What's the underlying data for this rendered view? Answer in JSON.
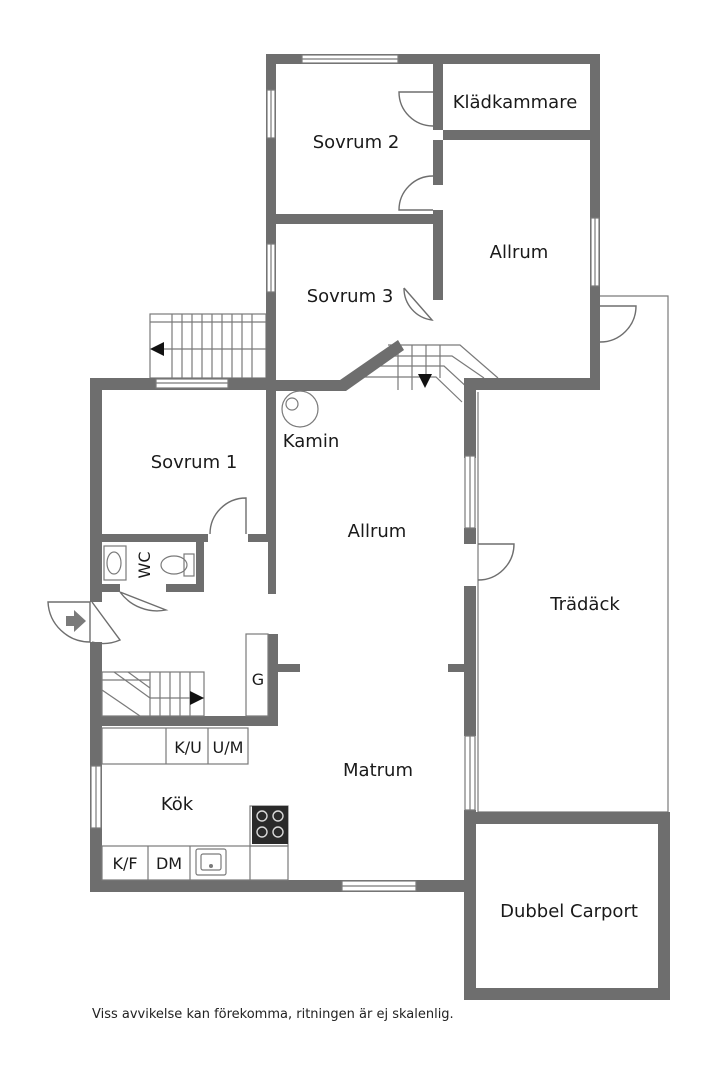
{
  "rooms": {
    "kladkammare": "Klädkammare",
    "sovrum2": "Sovrum 2",
    "allrum_upper": "Allrum",
    "sovrum3": "Sovrum 3",
    "kamin": "Kamin",
    "sovrum1": "Sovrum 1",
    "allrum_main": "Allrum",
    "wc": "WC",
    "tradack": "Trädäck",
    "g": "G",
    "ku": "K/U",
    "um": "U/M",
    "matrum": "Matrum",
    "kok": "Kök",
    "kf": "K/F",
    "dm": "DM",
    "carport": "Dubbel Carport"
  },
  "disclaimer": "Viss avvikelse kan förekomma, ritningen är ej skalenlig.",
  "colors": {
    "wall": "#6e6e6e",
    "line": "#7a7a7a",
    "background": "#ffffff"
  }
}
